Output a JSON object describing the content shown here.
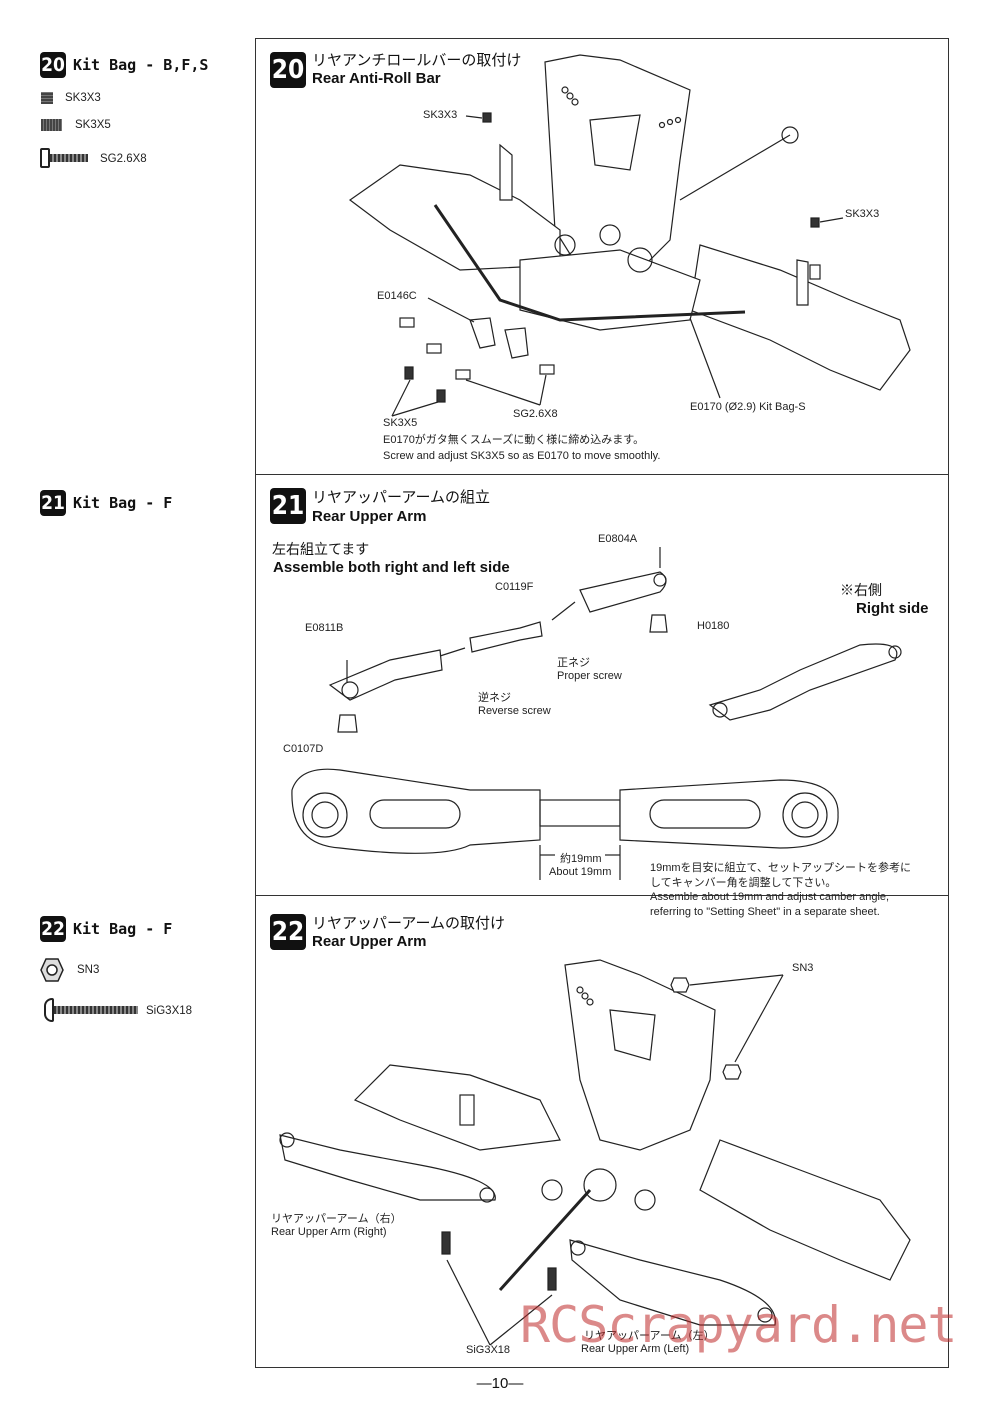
{
  "sidebar": {
    "step20": {
      "num": "20",
      "title": "Kit Bag - B,F,S",
      "parts": [
        {
          "label": "SK3X3",
          "icon": "set-screw-icon"
        },
        {
          "label": "SK3X5",
          "icon": "set-screw-icon"
        },
        {
          "label": "SG2.6X8",
          "icon": "screw-icon"
        }
      ]
    },
    "step21": {
      "num": "21",
      "title": "Kit Bag - F"
    },
    "step22": {
      "num": "22",
      "title": "Kit Bag - F",
      "parts": [
        {
          "label": "SN3",
          "icon": "hex-nut-icon"
        },
        {
          "label": "SiG3X18",
          "icon": "screw-icon"
        }
      ]
    }
  },
  "step20": {
    "num": "20",
    "title_jp": "リヤアンチロールバーの取付け",
    "title_en": "Rear Anti-Roll Bar",
    "labels": {
      "sk3x3_a": "SK3X3",
      "sk3x3_b": "SK3X3",
      "e0146c": "E0146C",
      "sk3x5": "SK3X5",
      "sg268": "SG2.6X8",
      "e0170": "E0170 (Ø2.9) Kit Bag-S"
    },
    "note_jp": "E0170がガタ無くスムーズに動く様に締め込みます。",
    "note_en": "Screw and adjust SK3X5 so as E0170 to move smoothly."
  },
  "step21": {
    "num": "21",
    "title_jp": "リヤアッパーアームの組立",
    "title_en": "Rear Upper Arm",
    "both_jp": "左右組立てます",
    "both_en": "Assemble both right and left side",
    "right_jp": "※右側",
    "right_en": "Right side",
    "labels": {
      "e0804a": "E0804A",
      "c0119f": "C0119F",
      "e0811b": "E0811B",
      "h0180": "H0180",
      "seineji": "正ネジ",
      "proper": "Proper screw",
      "gyakuneji": "逆ネジ",
      "reverse": "Reverse screw",
      "c0107d": "C0107D",
      "about_jp": "約19mm",
      "about_en": "About 19mm"
    },
    "note_jp1": "19mmを目安に組立て、セットアップシートを参考に",
    "note_jp2": "してキャンバー角を調整して下さい。",
    "note_en1": "Assemble about 19mm and adjust camber angle,",
    "note_en2": "referring to \"Setting Sheet\" in a separate sheet."
  },
  "step22": {
    "num": "22",
    "title_jp": "リヤアッパーアームの取付け",
    "title_en": "Rear Upper Arm",
    "labels": {
      "sn3": "SN3",
      "right_jp": "リヤアッパーアーム（右）",
      "right_en": "Rear Upper Arm (Right)",
      "left_jp": "リヤアッパーアーム（左）",
      "left_en": "Rear Upper Arm (Left)",
      "sig318": "SiG3X18"
    }
  },
  "watermark": "RCScrapyard.net",
  "page_number": "—10—"
}
